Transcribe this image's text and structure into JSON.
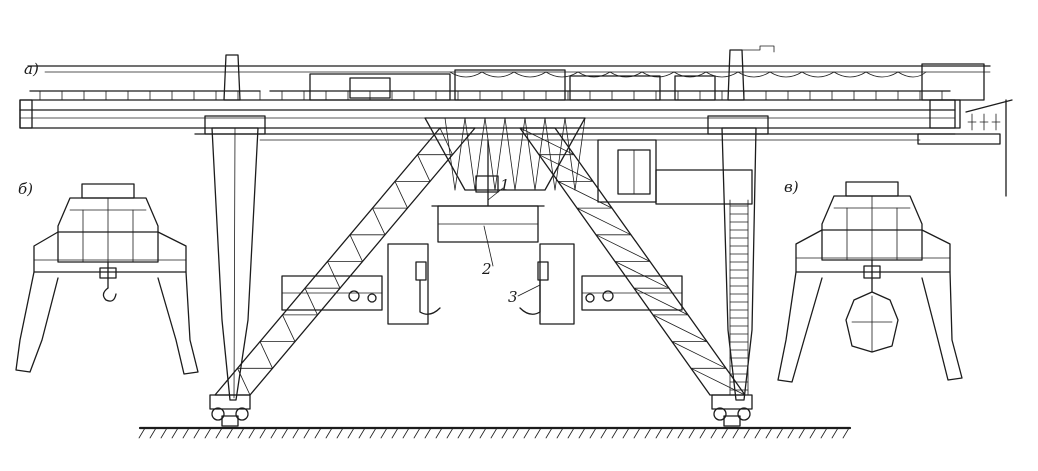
{
  "figure": {
    "views": [
      {
        "label": "а)"
      },
      {
        "label": "б)"
      },
      {
        "label": "в)"
      }
    ],
    "callouts": [
      {
        "label": "1"
      },
      {
        "label": "2"
      },
      {
        "label": "3"
      }
    ]
  }
}
